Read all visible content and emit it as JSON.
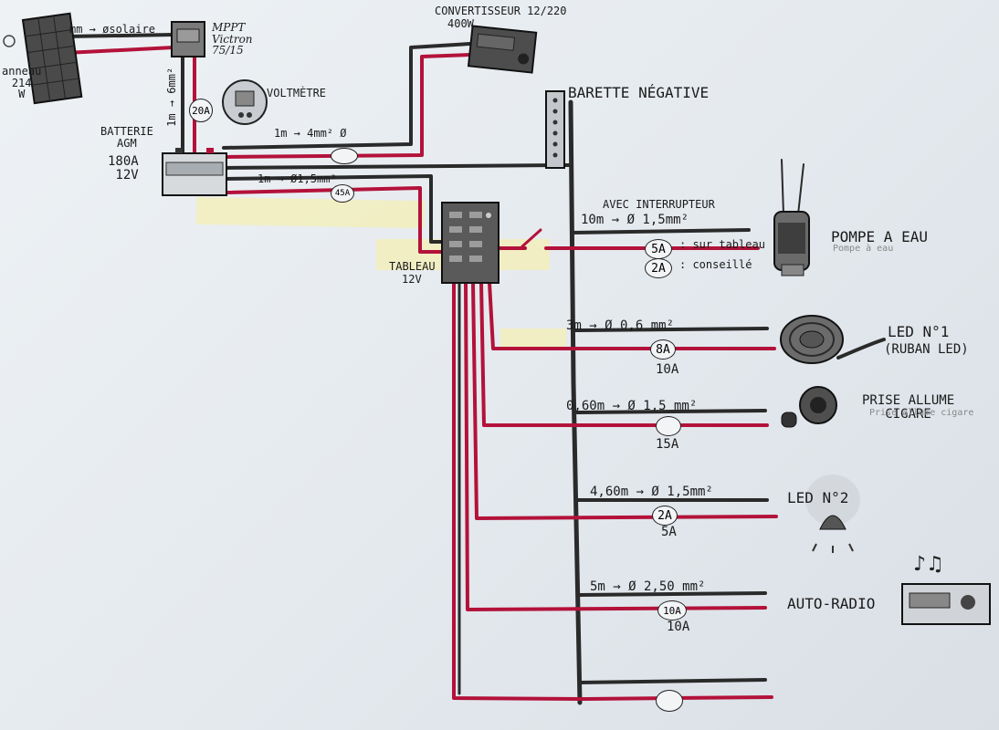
{
  "components": {
    "solar_panel": "anneau\n214\nW",
    "solar_cable": "mm → øsolaire",
    "mppt": "MPPT\nVictron\n75/15",
    "mppt_cable": "1m → 6mm²",
    "mppt_fuse": "20A",
    "converter_title": "CONVERTISSEUR 12/220",
    "converter_power": "400W",
    "voltmeter": "VOLTMÈTRE",
    "negative_bar": "BARETTE NÉGATIVE",
    "battery_label": "BATTERIE\nAGM",
    "battery_specs": "180A\n12V",
    "battery_cable_converter": "1m → 4mm² Ø",
    "battery_cable_panel": "1m → Ø1,5mm²",
    "battery_fuse": "45A",
    "panel_title": "TABLEAU",
    "panel_voltage": "12V"
  },
  "circuits": [
    {
      "id": "pump",
      "cable": "10m → Ø 1,5mm²",
      "note": "AVEC INTERRUPTEUR",
      "fuse": "5A",
      "fuse_note": ": sur tableau",
      "fuse2": "2A",
      "fuse2_note": ": conseillé",
      "device": "POMPE A EAU",
      "device_sub": "Pompe à eau"
    },
    {
      "id": "led1",
      "cable": "3m → Ø 0,6 mm²",
      "fuse": "8A",
      "fuse_rating": "10A",
      "device": "LED N°1",
      "device_sub": "(RUBAN LED)"
    },
    {
      "id": "lighter",
      "cable": "0,60m → Ø 1,5 mm²",
      "fuse": "",
      "fuse_rating": "15A",
      "device": "PRISE ALLUME\nCIGARE",
      "device_sub": "Prise allume cigare"
    },
    {
      "id": "led2",
      "cable": "4,60m → Ø 1,5mm²",
      "fuse": "2A",
      "fuse_rating": "5A",
      "device": "LED N°2"
    },
    {
      "id": "radio",
      "cable": "5m → Ø 2,50 mm²",
      "fuse": "10A",
      "fuse_rating": "10A",
      "device": "AUTO-RADIO"
    },
    {
      "id": "spare",
      "fuse": ""
    }
  ],
  "colors": {
    "positive": "#b3123a",
    "negative": "#2a2a2a",
    "highlight": "#f4efb5"
  }
}
